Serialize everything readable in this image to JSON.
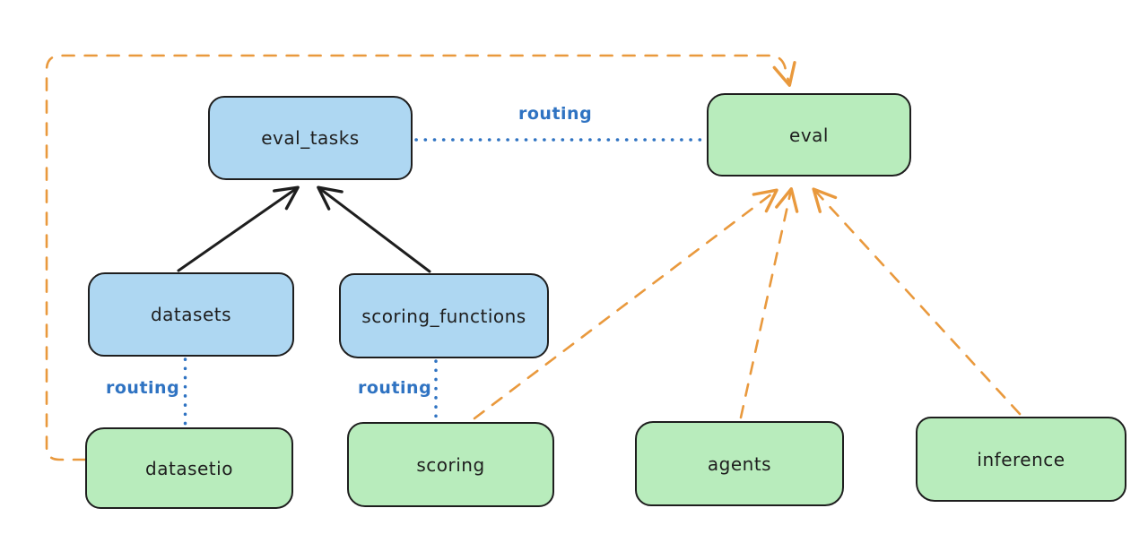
{
  "diagram": {
    "type": "architecture-diagram",
    "nodes": [
      {
        "id": "eval_tasks",
        "label": "eval_tasks",
        "kind": "api",
        "fill": "#aed7f2"
      },
      {
        "id": "eval",
        "label": "eval",
        "kind": "provider",
        "fill": "#b8ecbc"
      },
      {
        "id": "datasets",
        "label": "datasets",
        "kind": "api",
        "fill": "#aed7f2"
      },
      {
        "id": "scoring_functions",
        "label": "scoring_functions",
        "kind": "api",
        "fill": "#aed7f2"
      },
      {
        "id": "datasetio",
        "label": "datasetio",
        "kind": "provider",
        "fill": "#b8ecbc"
      },
      {
        "id": "scoring",
        "label": "scoring",
        "kind": "provider",
        "fill": "#b8ecbc"
      },
      {
        "id": "agents",
        "label": "agents",
        "kind": "provider",
        "fill": "#b8ecbc"
      },
      {
        "id": "inference",
        "label": "inference",
        "kind": "provider",
        "fill": "#b8ecbc"
      }
    ],
    "edges": [
      {
        "from": "eval_tasks",
        "to": "eval",
        "style": "dotted",
        "color": "#2f73c2",
        "label": "routing"
      },
      {
        "from": "datasets",
        "to": "datasetio",
        "style": "dotted",
        "color": "#2f73c2",
        "label": "routing"
      },
      {
        "from": "scoring_functions",
        "to": "scoring",
        "style": "dotted",
        "color": "#2f73c2",
        "label": "routing"
      },
      {
        "from": "datasets",
        "to": "eval_tasks",
        "style": "solid-arrow",
        "color": "#1e1e1e",
        "label": ""
      },
      {
        "from": "scoring_functions",
        "to": "eval_tasks",
        "style": "solid-arrow",
        "color": "#1e1e1e",
        "label": ""
      },
      {
        "from": "datasetio",
        "to": "eval",
        "style": "dashed-arrow",
        "color": "#e9993d",
        "label": ""
      },
      {
        "from": "scoring",
        "to": "eval",
        "style": "dashed-arrow",
        "color": "#e9993d",
        "label": ""
      },
      {
        "from": "agents",
        "to": "eval",
        "style": "dashed-arrow",
        "color": "#e9993d",
        "label": ""
      },
      {
        "from": "inference",
        "to": "eval",
        "style": "dashed-arrow",
        "color": "#e9993d",
        "label": ""
      }
    ],
    "colors": {
      "api_fill": "#aed7f2",
      "provider_fill": "#b8ecbc",
      "stroke": "#1e1e1e",
      "routing_blue": "#2f73c2",
      "dashed_orange": "#e9993d",
      "background": "#ffffff"
    }
  }
}
